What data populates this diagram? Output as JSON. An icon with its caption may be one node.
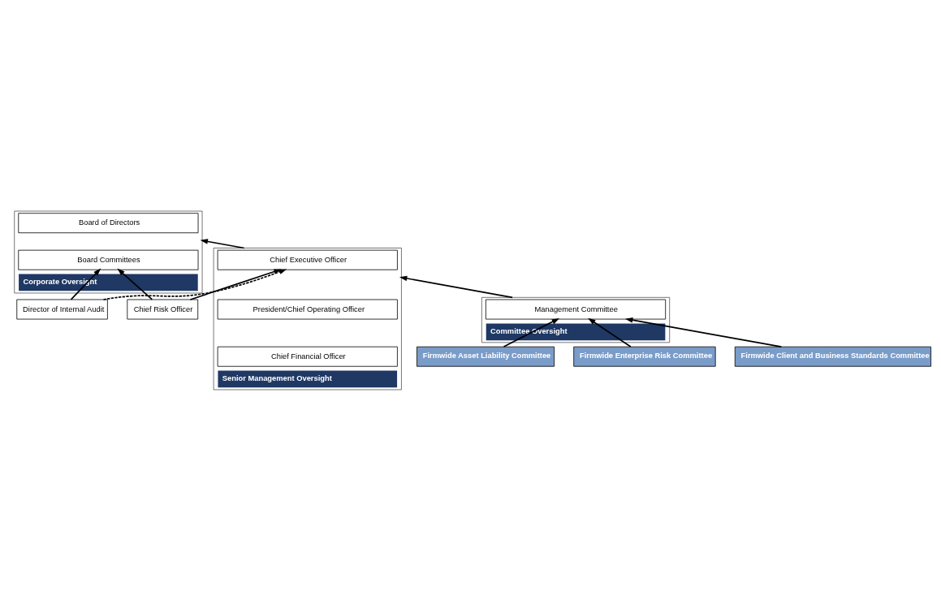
{
  "diagram": {
    "nodes": [
      {
        "text": [
          "Corporate Oversight"
        ]
      },
      {
        "text": [
          "Board of Directors"
        ],
        "in": 0
      },
      {
        "text": [
          "Board Committees"
        ],
        "in": 0
      },
      {
        "text": [
          "Senior Management Oversight"
        ]
      },
      {
        "text": [
          "Chief Executive Officer"
        ],
        "in": 3
      },
      {
        "text": [
          "President/Chief Operating Officer"
        ],
        "in": 3
      },
      {
        "text": [
          "Chief Financial Officer"
        ],
        "in": 3
      },
      {
        "text": [
          "Committee Oversight"
        ]
      },
      {
        "text": [
          "Management Committee"
        ],
        "in": 7
      },
      {
        "text": [
          "Director of Internal Audit"
        ]
      },
      {
        "text": [
          "Chief Risk Officer"
        ]
      },
      {
        "text": [
          "Firmwide Enterprise Risk Committee"
        ]
      },
      {
        "text": [
          "Firmwide Client and Business Standards Committee"
        ]
      },
      {
        "text": [
          "Firmwide Asset Liability Committee"
        ]
      }
    ],
    "edges": [
      {
        "from": 9,
        "to": 2,
        "arrow": "to"
      },
      {
        "from": 9,
        "to": 4,
        "arrow": "to",
        "style": "dashed"
      },
      {
        "from": 7,
        "to": 3,
        "arrow": "to"
      },
      {
        "from": 3,
        "to": 0,
        "arrow": "to"
      },
      {
        "from": 10,
        "to": 2,
        "arrow": "to"
      },
      {
        "from": 10,
        "to": 4,
        "arrow": "to"
      },
      {
        "from": 11,
        "to": 8,
        "arrow": "to"
      },
      {
        "from": 12,
        "to": 8,
        "arrow": "to"
      },
      {
        "from": 13,
        "to": 8,
        "arrow": "to"
      }
    ]
  }
}
